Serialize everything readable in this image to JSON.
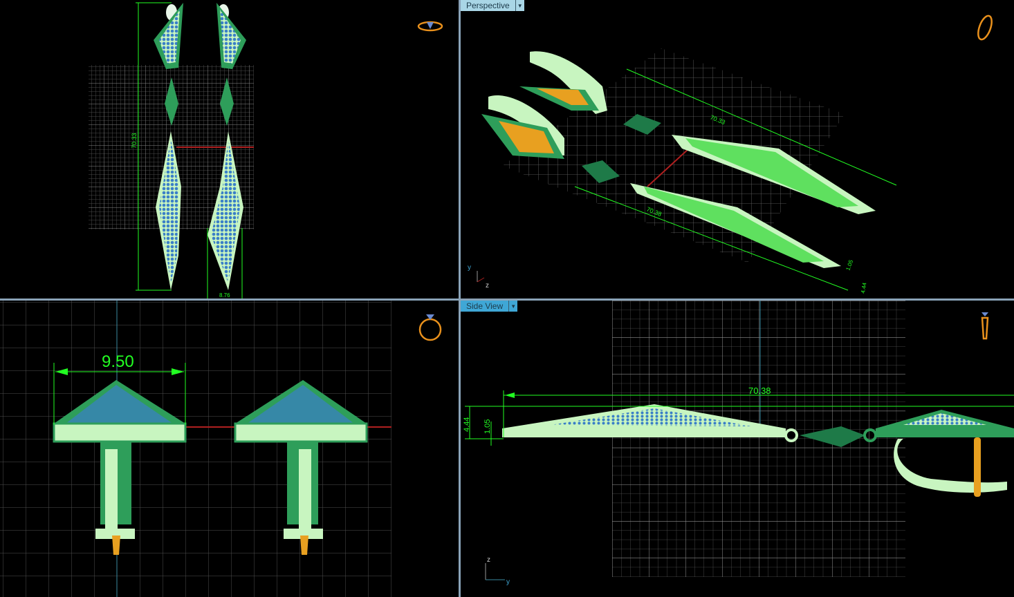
{
  "viewports": {
    "top": {
      "dimensions": {
        "length": "70.33",
        "width": "8.76"
      }
    },
    "perspective": {
      "label": "Perspective",
      "dimensions": {
        "length_a": "70.33",
        "length_b": "70.38",
        "height_a": "1.05",
        "height_b": "4.44"
      },
      "axes": {
        "y": "y",
        "z": "z"
      }
    },
    "front": {
      "dimensions": {
        "width": "9.50"
      }
    },
    "side": {
      "label": "Side View",
      "dimensions": {
        "length": "70.38",
        "height": "4.44",
        "thickness": "1.05"
      },
      "axes": {
        "z": "z",
        "y": "y"
      }
    }
  },
  "colors": {
    "background": "#000000",
    "grid": "#555555",
    "dimension": "#22ff22",
    "metal_light": "#c8f5c0",
    "metal_dark": "#2e9e5a",
    "stone": "#3a7fc8",
    "post": "#e8a020",
    "label_active": "#3fa7d6",
    "label_inactive": "#a9d6e6"
  }
}
